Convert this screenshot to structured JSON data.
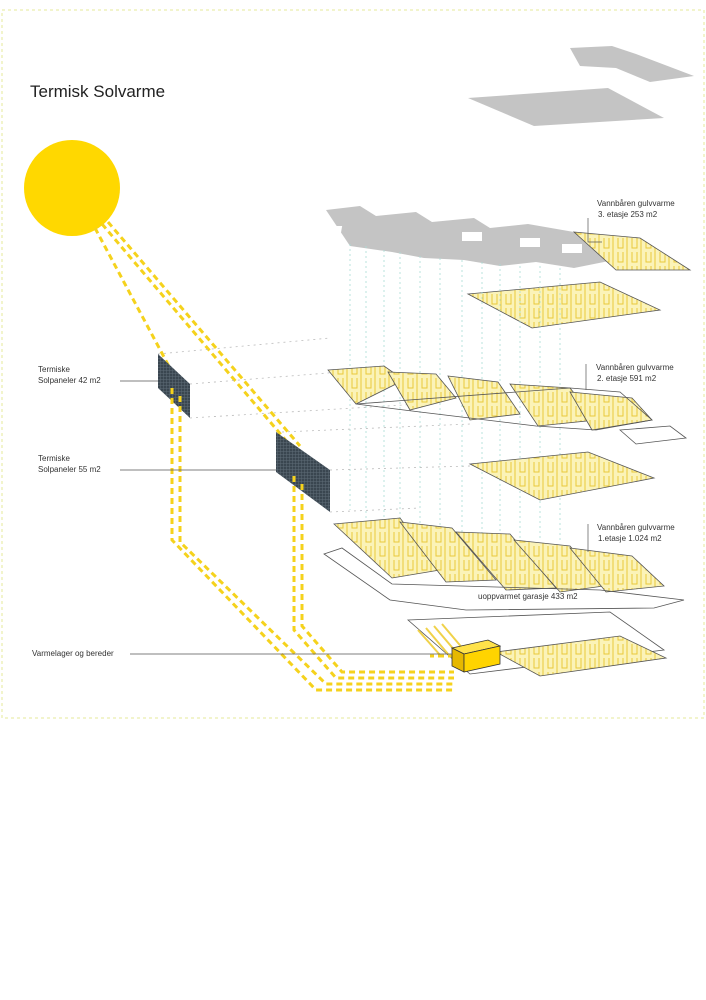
{
  "title": "Termisk Solvarme",
  "labels": {
    "floor3_line1": "Vannbåren gulvvarme",
    "floor3_line2": "3. etasje 253 m2",
    "floor2_line1": "Vannbåren gulvvarme",
    "floor2_line2": "2. etasje 591 m2",
    "floor1_line1": "Vannbåren gulvvarme",
    "floor1_line2": "1.etasje 1.024 m2",
    "garage": "uoppvarmet garasje 433 m2",
    "panels1_line1": "Termiske",
    "panels1_line2": "Solpaneler 42 m2",
    "panels2_line1": "Termiske",
    "panels2_line2": "Solpaneler 55 m2",
    "storage": "Varmelager og bereder"
  },
  "colors": {
    "sun": "#ffd800",
    "pipe": "#f5d21c",
    "heating_fill": "#fbf3b8",
    "roof_gray": "#c4c4c4",
    "panel_dark": "#3a4650",
    "storage_box": "#ffd400",
    "riser_cyan": "#a8dcd6",
    "border_dashed": "#e6ea9a"
  },
  "icons": {
    "sun": "sun-icon",
    "storage": "storage-tank-icon",
    "panel": "solar-panel-icon"
  }
}
